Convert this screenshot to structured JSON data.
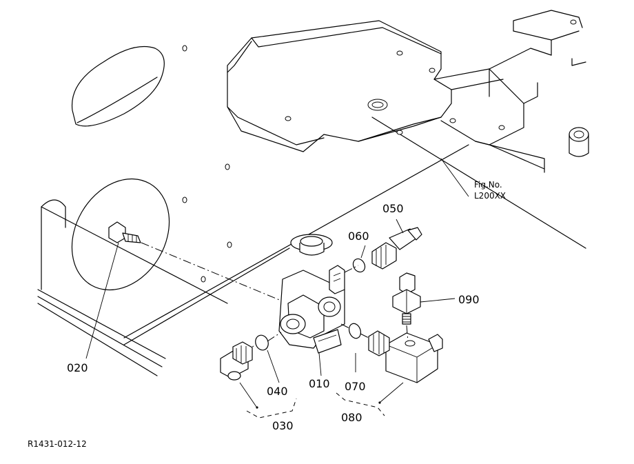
{
  "figure": {
    "ref_label": "Fig.No.",
    "ref_code": "L200XX",
    "drawing_code": "R1431-012-12"
  },
  "parts": [
    {
      "id": "010"
    },
    {
      "id": "020"
    },
    {
      "id": "030"
    },
    {
      "id": "040"
    },
    {
      "id": "050"
    },
    {
      "id": "060"
    },
    {
      "id": "070"
    },
    {
      "id": "080"
    },
    {
      "id": "090"
    }
  ]
}
